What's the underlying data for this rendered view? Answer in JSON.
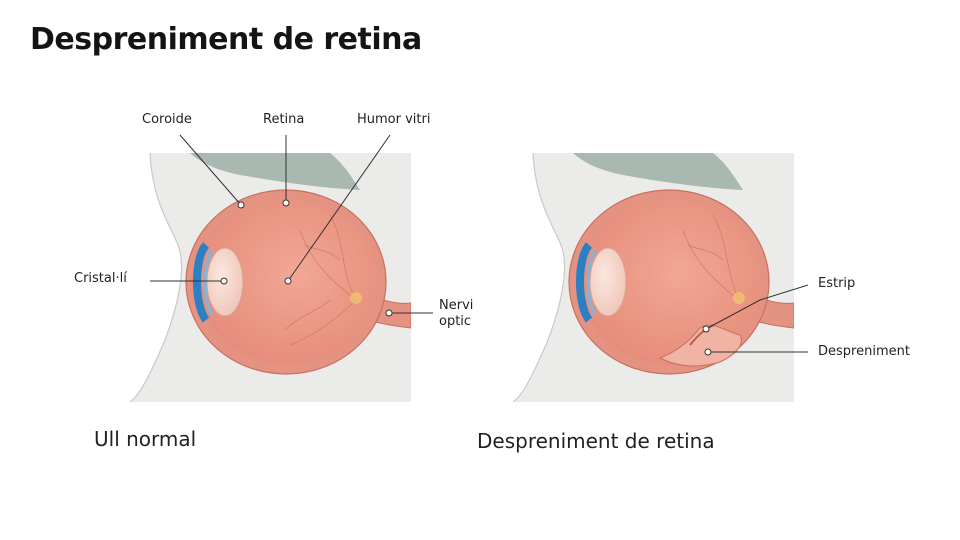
{
  "title": "Despreniment de retina",
  "left_panel": {
    "caption": "Ull normal",
    "labels": {
      "choroid": "Coroide",
      "retina": "Retina",
      "vitreous": "Humor vitri",
      "lens": "Cristal·lí",
      "nerve_line1": "Nervi",
      "nerve_line2": "optic"
    }
  },
  "right_panel": {
    "caption": "Despreniment de retina",
    "labels": {
      "tear": "Estrip",
      "detachment": "Despreniment"
    }
  },
  "colors": {
    "background_panel": "#ebebea",
    "skin_outline": "#bfbfbc",
    "eye_outer": "#e49282",
    "eye_inner": "#ec9a88",
    "cornea_blue": "#2b7fc4",
    "hair": "#a9b8b0"
  }
}
